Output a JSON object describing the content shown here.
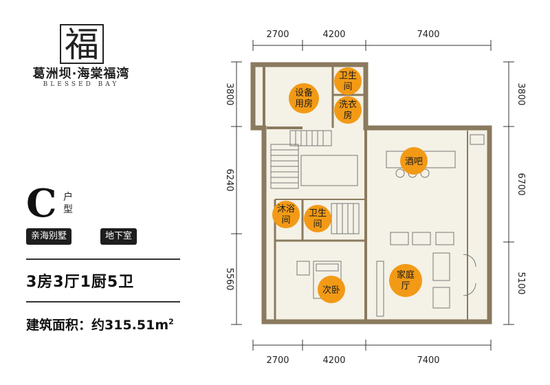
{
  "brand": {
    "name_cn": "葛洲坝·海棠福湾",
    "name_en": "BLESSED BAY",
    "logo_char": "福"
  },
  "unit": {
    "letter": "C",
    "type_label": "户型",
    "tags": [
      "亲海别墅",
      "地下室"
    ],
    "rooms_summary": "3房3厅1厨5卫",
    "area_label": "建筑面积：约315.51m",
    "area_unit_sup": "2"
  },
  "dimensions": {
    "top": [
      "2700",
      "4200",
      "7400"
    ],
    "bottom": [
      "2700",
      "4200",
      "7400"
    ],
    "left": [
      "3800",
      "6240",
      "5560"
    ],
    "right": [
      "3800",
      "6700",
      "5100"
    ]
  },
  "rooms": [
    {
      "id": "equipment",
      "lines": [
        "设备",
        "用房"
      ]
    },
    {
      "id": "bath1",
      "lines": [
        "卫生",
        "间"
      ]
    },
    {
      "id": "laundry",
      "lines": [
        "洗衣",
        "房"
      ]
    },
    {
      "id": "bar",
      "lines": [
        "酒吧"
      ]
    },
    {
      "id": "shower",
      "lines": [
        "沐浴",
        "间"
      ]
    },
    {
      "id": "bath2",
      "lines": [
        "卫生",
        "间"
      ]
    },
    {
      "id": "family",
      "lines": [
        "家庭",
        "厅"
      ]
    },
    {
      "id": "bedroom",
      "lines": [
        "次卧"
      ]
    }
  ],
  "colors": {
    "marker": "#f29a16",
    "wall": "#8a7a5e",
    "floor": "#f4f1e6"
  }
}
